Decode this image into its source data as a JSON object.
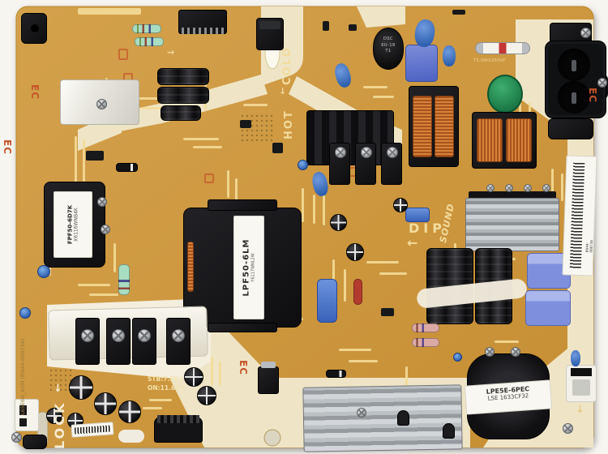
{
  "image": {
    "type": "photograph",
    "subject": "television power supply PCB, top view"
  },
  "pcb": {
    "board_id_silkscreen": "L65E6N_ASM (BN44-00873A)",
    "side_label_code": "BN44-00873A",
    "zone_labels": {
      "cold": "COLD",
      "hot": "HOT",
      "dip": "DIP",
      "sound": "SOUND",
      "lock": "LOCK"
    },
    "inspection_stamp": "EC",
    "output_voltages": {
      "standby": "STB:7.5V↑",
      "on": "ON:11.8V↑"
    },
    "fuse_rating": "T5.0AH/250VP",
    "thermistor_marking": {
      "line1": "DSC",
      "line2": "6U-18",
      "line3": "T1"
    },
    "main_transformer_label": {
      "line1": "LPF50-6LM",
      "line2": "Y6117WNL2W"
    },
    "standby_transformer_label": {
      "line1": "FPF50-6D7K",
      "line2": "X6116WNB4K"
    },
    "output_choke_label": {
      "line1": "LPE5E-6PEC",
      "line2": "LSE 1633CF32"
    },
    "icons": {
      "arrow_down": "↓",
      "arrow_up": "↑",
      "arrow_left": "←",
      "arrow_right": "→"
    },
    "colors": {
      "board": "#cc963d",
      "silkscreen": "#f2dc9e",
      "cream_zone": "#efe5c6",
      "stamp_orange": "#c5532a",
      "film_cap_blue": "#5a6fd0",
      "mov_green": "#2e9e5b"
    }
  }
}
